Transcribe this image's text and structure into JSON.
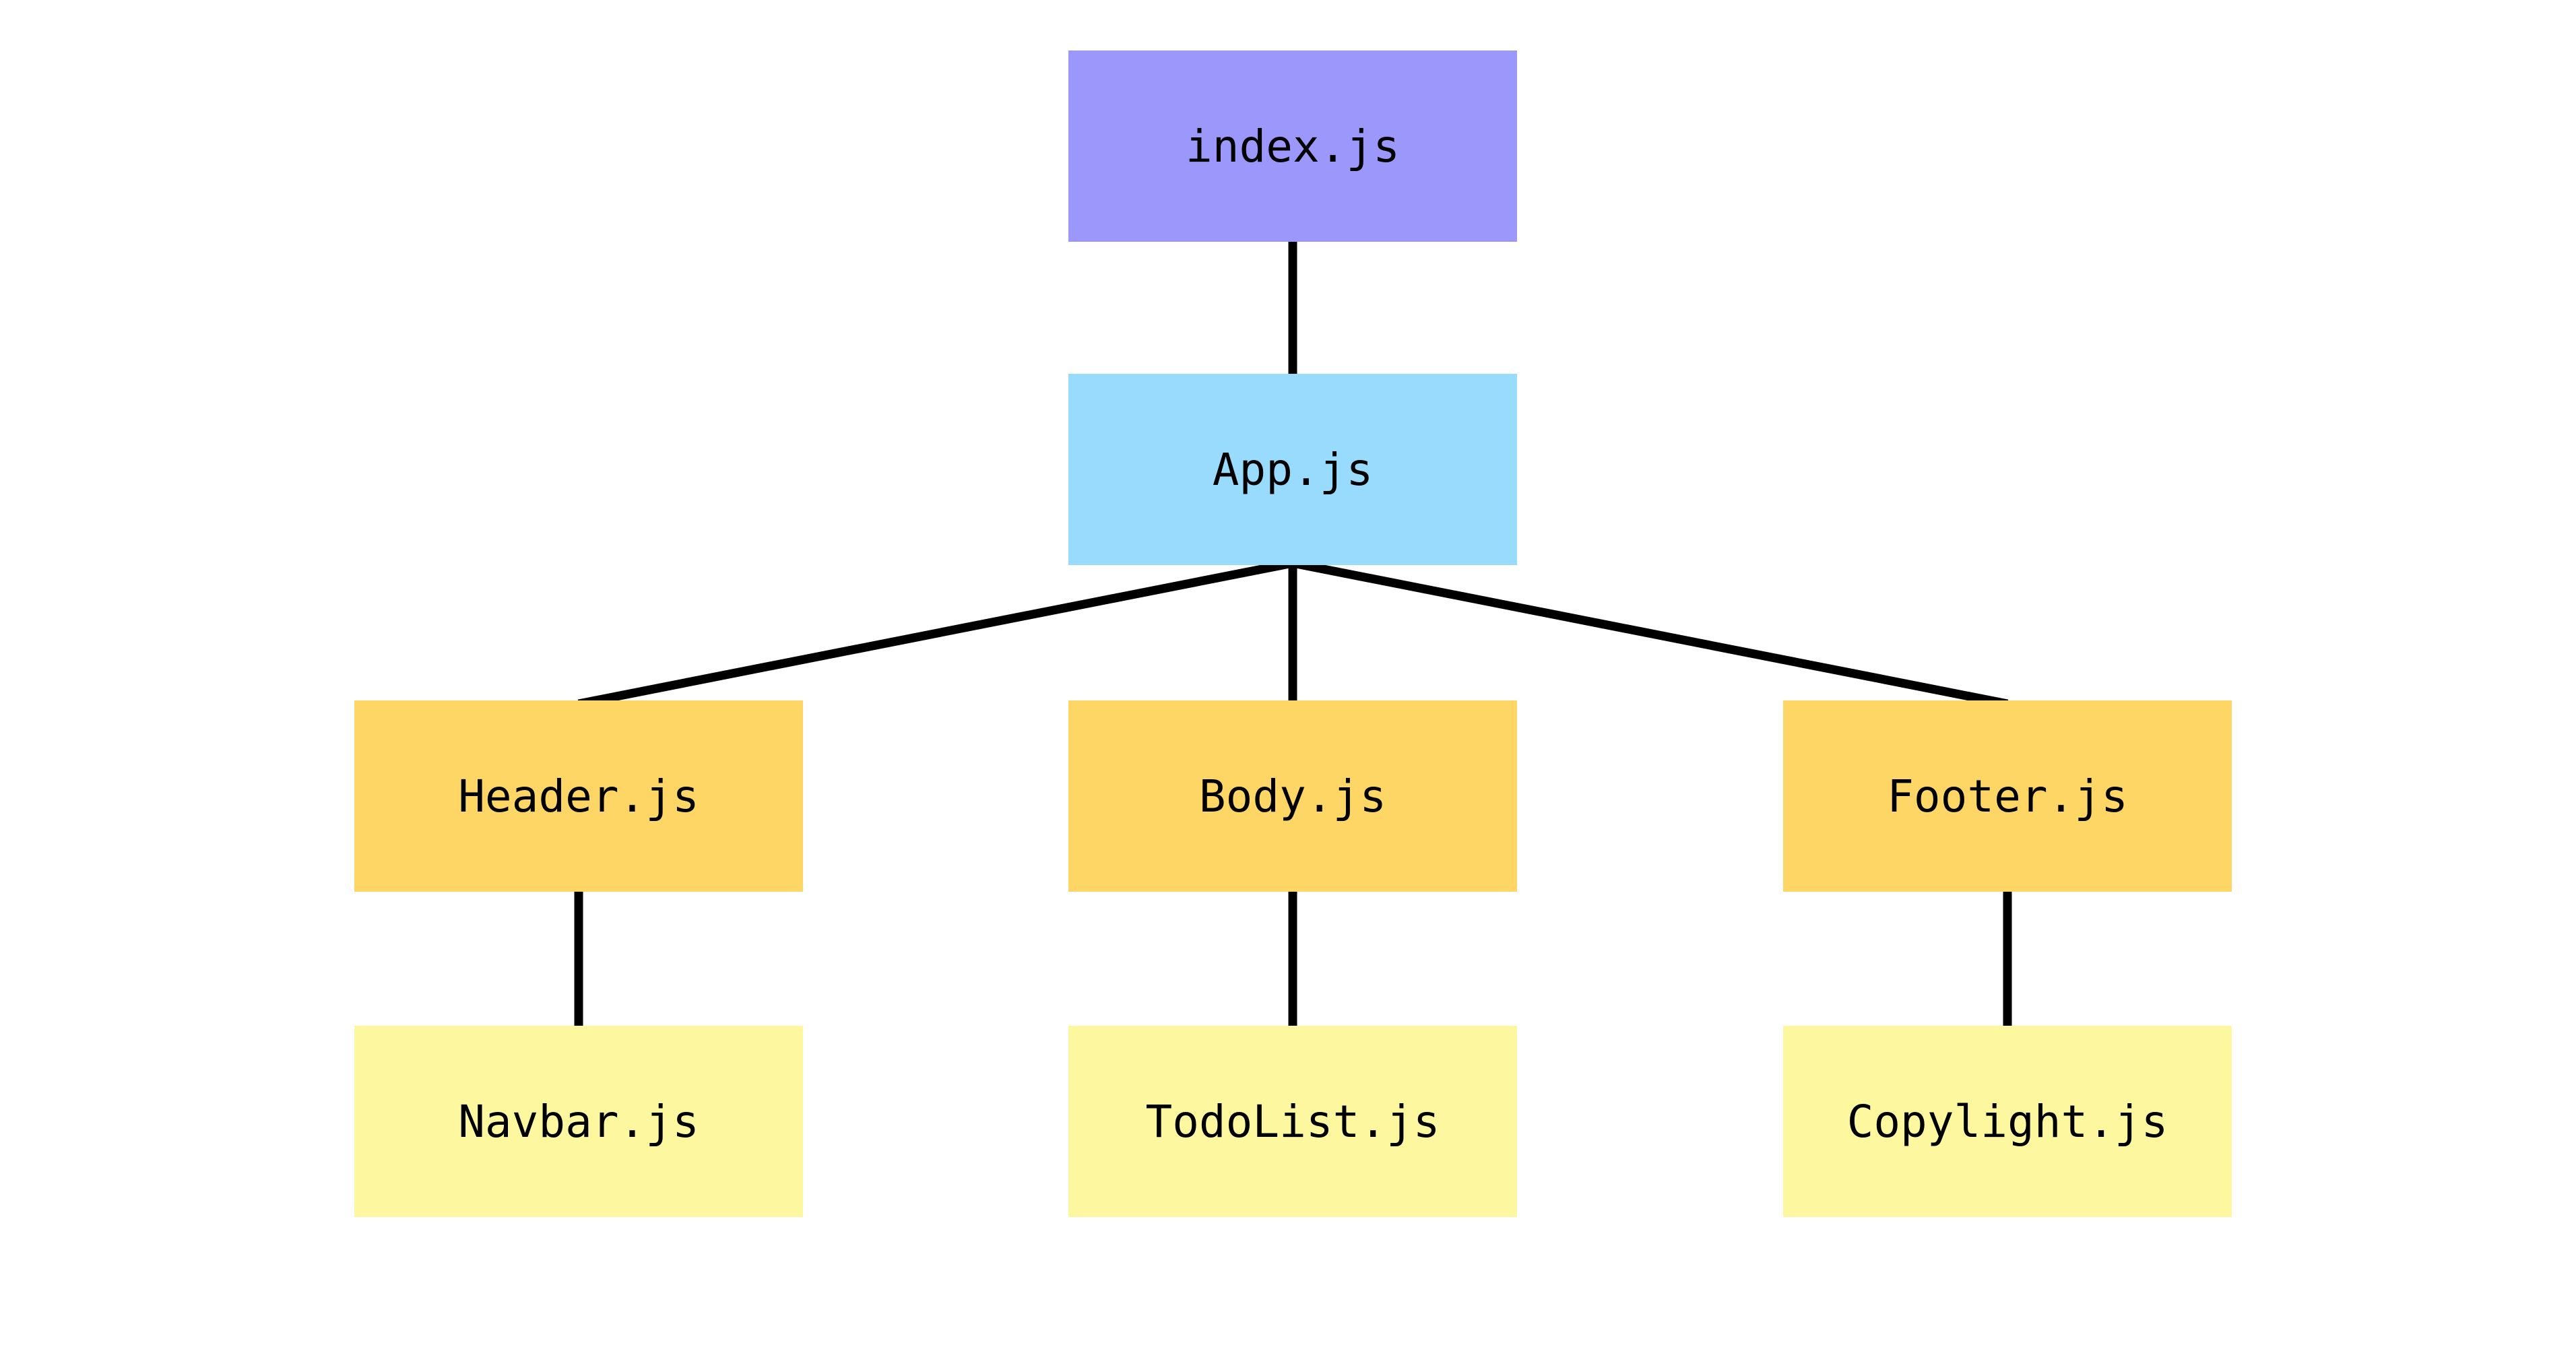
{
  "diagram": {
    "background": "#ffffff",
    "edge_color": "#000000",
    "text_color": "#000000",
    "nodes": [
      {
        "label": "index.js",
        "color": "#9b97fb"
      },
      {
        "label": "App.js",
        "color": "#99dbfd"
      },
      {
        "label": "Header.js",
        "color": "#fdd665"
      },
      {
        "label": "Body.js",
        "color": "#fdd665"
      },
      {
        "label": "Footer.js",
        "color": "#fdd665"
      },
      {
        "label": "Navbar.js",
        "color": "#fdf79f"
      },
      {
        "label": "TodoList.js",
        "color": "#fdf79f"
      },
      {
        "label": "Copylight.js",
        "color": "#fdf79f"
      }
    ],
    "edges": [
      {
        "from": "index.js",
        "to": "App.js"
      },
      {
        "from": "App.js",
        "to": "Header.js"
      },
      {
        "from": "App.js",
        "to": "Body.js"
      },
      {
        "from": "App.js",
        "to": "Footer.js"
      },
      {
        "from": "Header.js",
        "to": "Navbar.js"
      },
      {
        "from": "Body.js",
        "to": "TodoList.js"
      },
      {
        "from": "Footer.js",
        "to": "Copylight.js"
      }
    ]
  }
}
